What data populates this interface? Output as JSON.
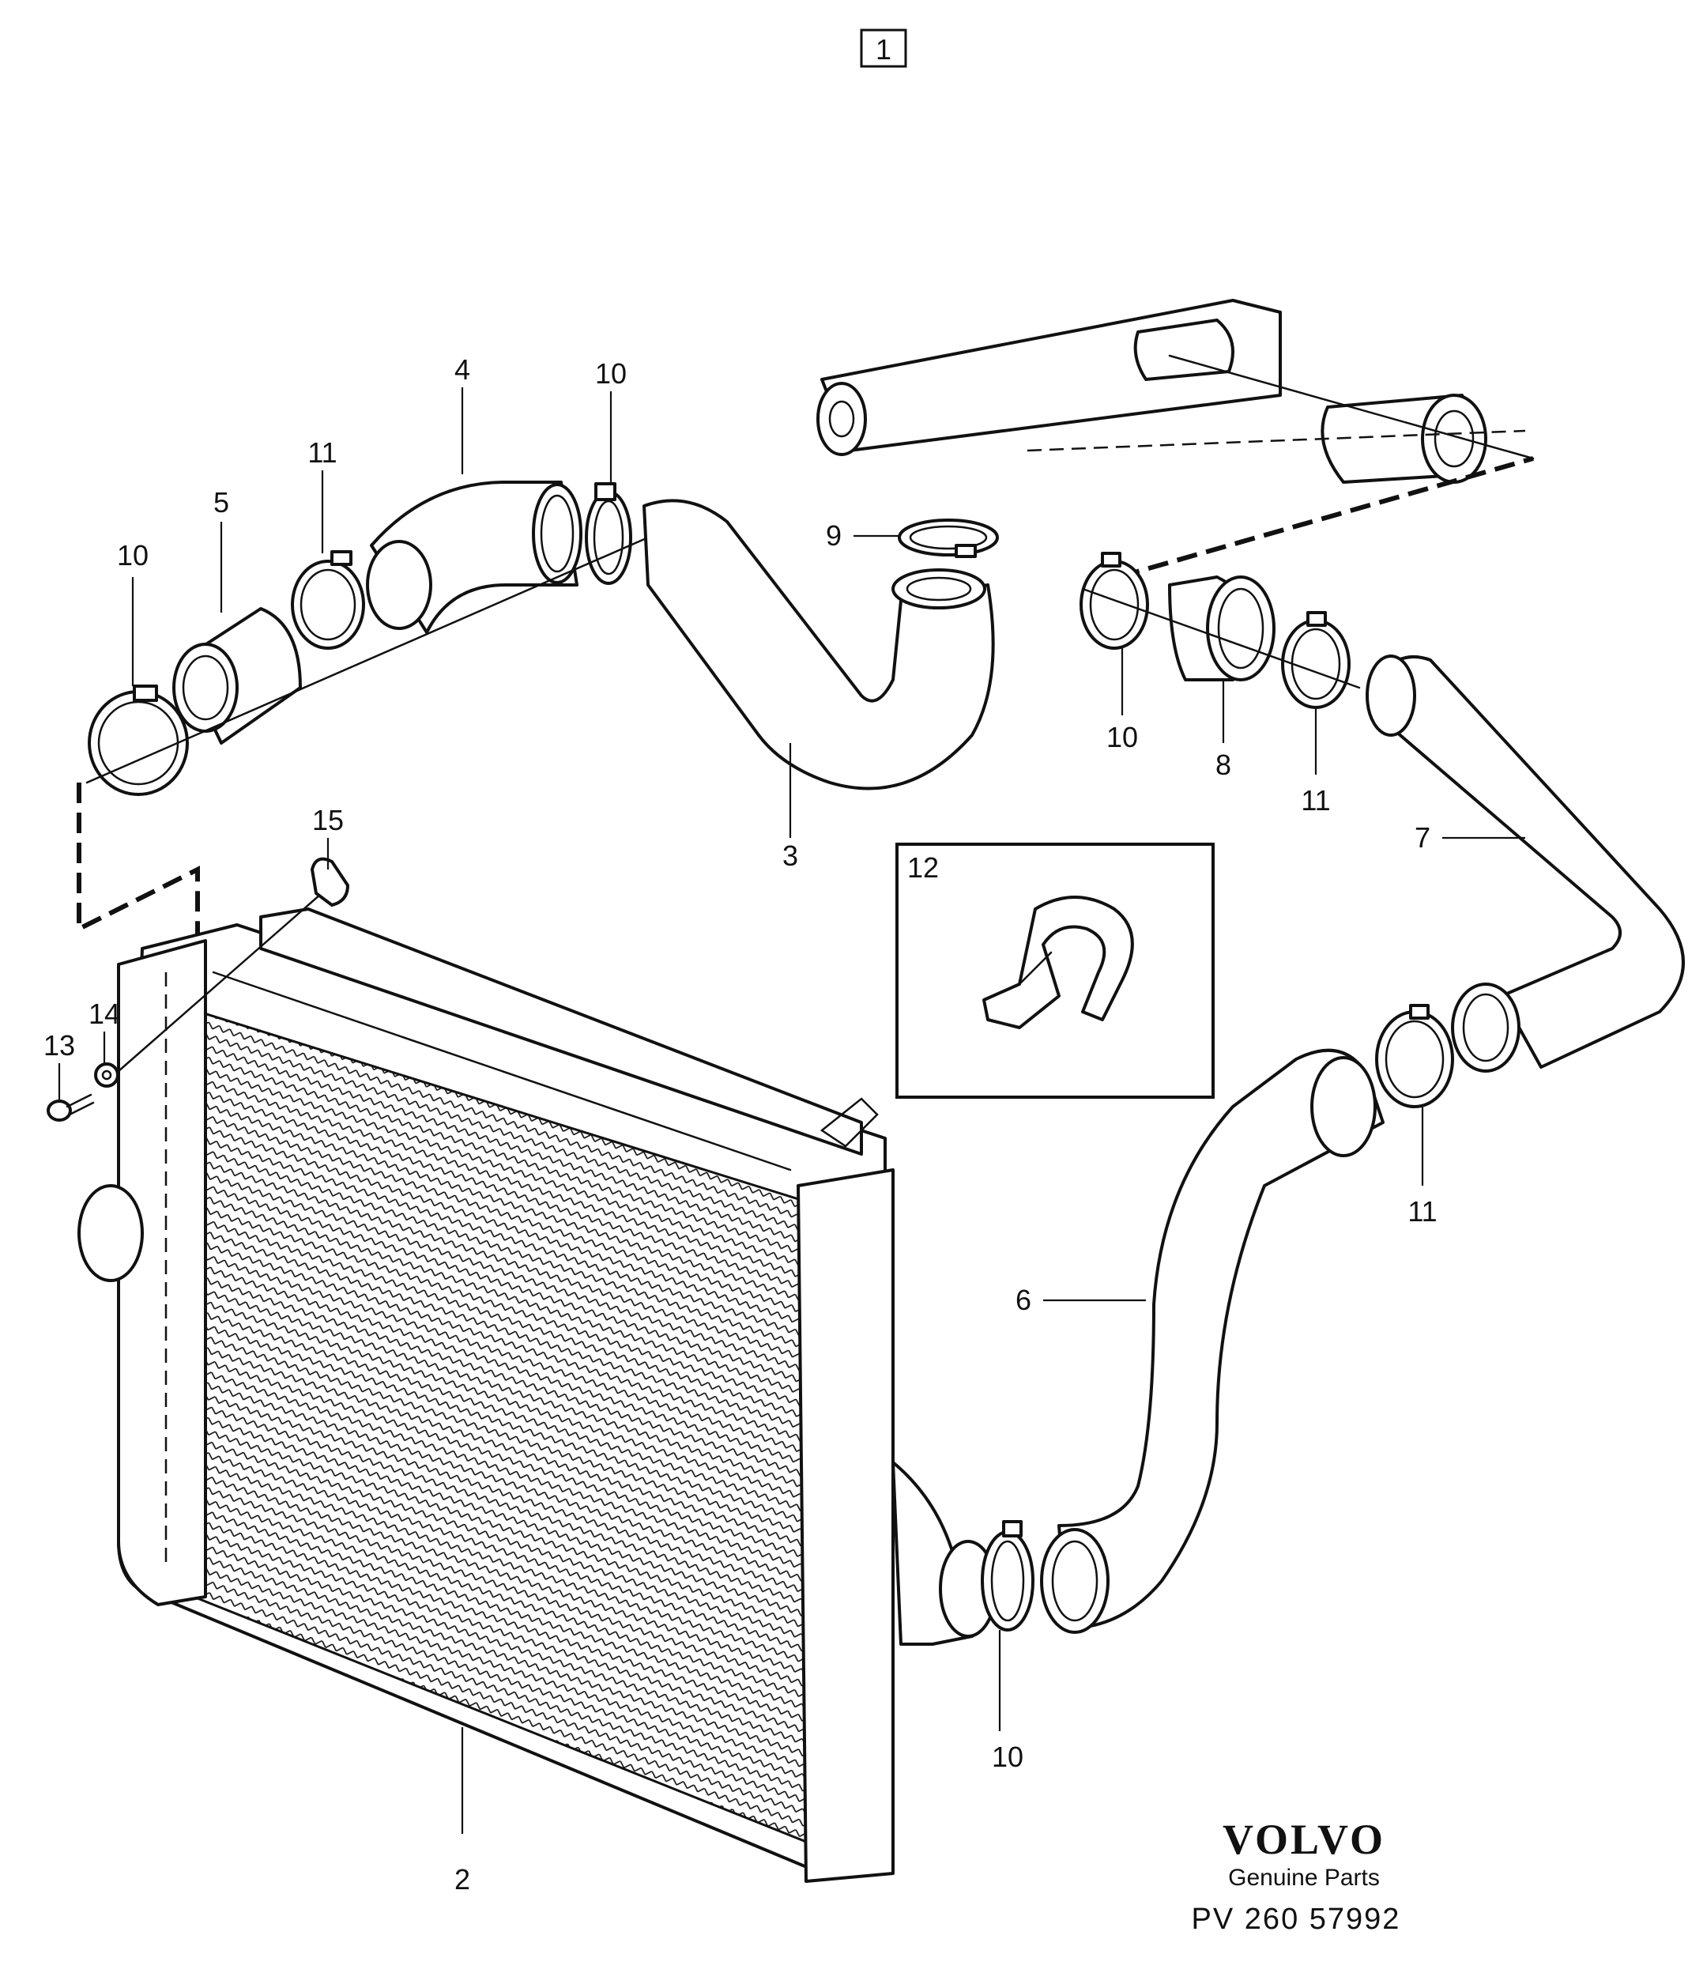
{
  "sheet_number": "1",
  "brand": {
    "name": "VOLVO",
    "tagline": "Genuine Parts",
    "reference": "PV 260 57992"
  },
  "callouts": [
    {
      "id": "c1",
      "label": "1"
    },
    {
      "id": "c2",
      "label": "2"
    },
    {
      "id": "c3",
      "label": "3"
    },
    {
      "id": "c4",
      "label": "4"
    },
    {
      "id": "c5",
      "label": "5"
    },
    {
      "id": "c6",
      "label": "6"
    },
    {
      "id": "c7",
      "label": "7"
    },
    {
      "id": "c8",
      "label": "8"
    },
    {
      "id": "c9",
      "label": "9"
    },
    {
      "id": "c10a",
      "label": "10"
    },
    {
      "id": "c10b",
      "label": "10"
    },
    {
      "id": "c10c",
      "label": "10"
    },
    {
      "id": "c10d",
      "label": "10"
    },
    {
      "id": "c11a",
      "label": "11"
    },
    {
      "id": "c11b",
      "label": "11"
    },
    {
      "id": "c11c",
      "label": "11"
    },
    {
      "id": "c12",
      "label": "12"
    },
    {
      "id": "c13",
      "label": "13"
    },
    {
      "id": "c14",
      "label": "14"
    },
    {
      "id": "c15",
      "label": "15"
    }
  ]
}
